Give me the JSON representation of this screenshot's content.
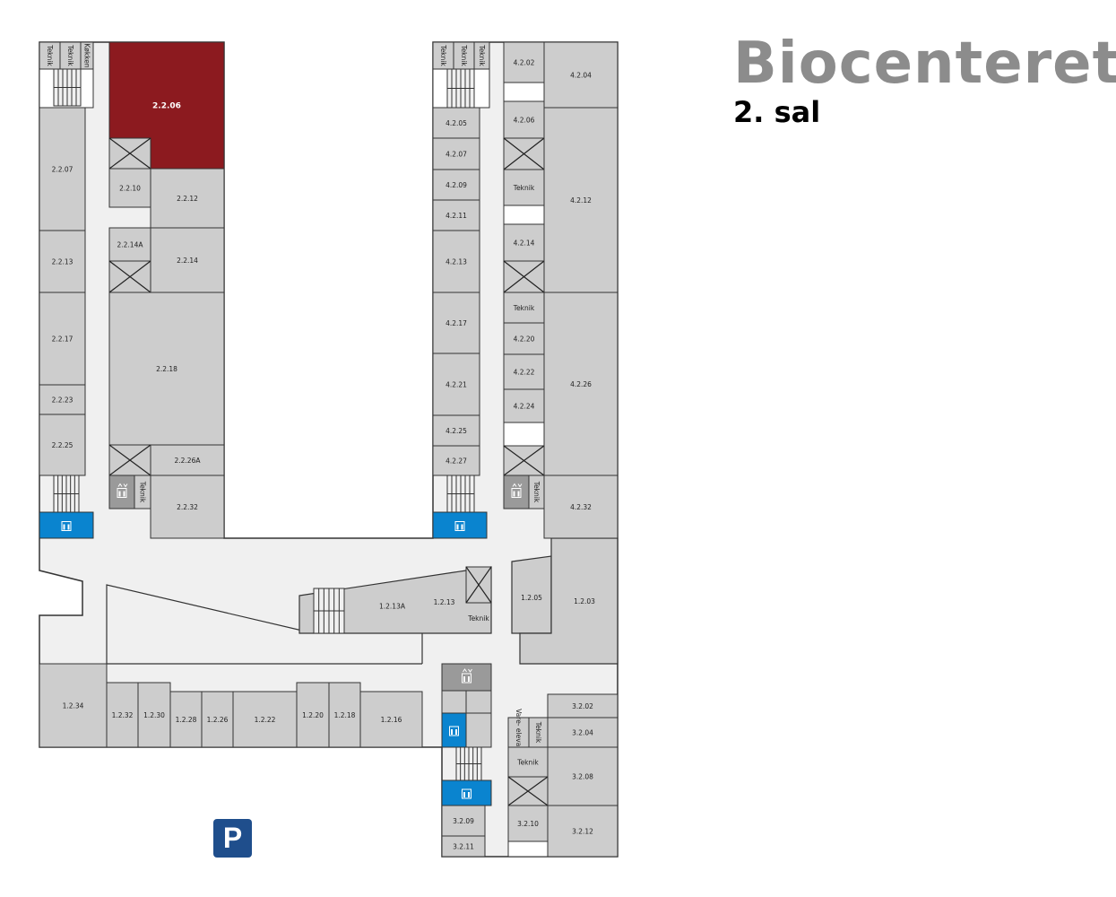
{
  "header": {
    "building": "Biocenteret",
    "floor": "2. sal"
  },
  "parking_sign": "P",
  "colors": {
    "room": "#cdcdcd",
    "highlight": "#8c1a1f",
    "corridor": "#f0f0f0",
    "wc": "#0a84cf",
    "lift": "#9a9a9a"
  },
  "highlighted_room": "2.2.06",
  "rooms": {
    "lt1": "Teknik",
    "lt2": "Teknik",
    "lk": "Køkken",
    "r2206": "2.2.06",
    "r2207": "2.2.07",
    "r2210": "2.2.10",
    "r2212": "2.2.12",
    "r2213": "2.2.13",
    "r2214a": "2.2.14A",
    "r2214": "2.2.14",
    "r2217": "2.2.17",
    "r2218": "2.2.18",
    "r2223": "2.2.23",
    "r2225": "2.2.25",
    "r2226a": "2.2.26A",
    "lt3": "Teknik",
    "r2232": "2.2.32",
    "rt1": "Teknik",
    "rt2": "Teknik",
    "rt3": "Teknik",
    "r4202": "4.2.02",
    "r4204": "4.2.04",
    "r4205": "4.2.05",
    "r4206": "4.2.06",
    "r4207": "4.2.07",
    "r4209": "4.2.09",
    "r4211": "4.2.11",
    "r4212": "4.2.12",
    "r4213": "4.2.13",
    "r4214": "4.2.14",
    "r4217": "4.2.17",
    "r4220": "4.2.20",
    "r4221": "4.2.21",
    "r4222": "4.2.22",
    "r4224": "4.2.24",
    "r4225": "4.2.25",
    "r4226": "4.2.26",
    "r4227": "4.2.27",
    "r4232": "4.2.32",
    "rt4": "Teknik",
    "rt5": "Teknik",
    "rt6": "Teknik",
    "r1205": "1.2.05",
    "r1203": "1.2.03",
    "r1213a": "1.2.13A",
    "r1213": "1.2.13",
    "bt1": "Teknik",
    "r1234": "1.2.34",
    "r1232": "1.2.32",
    "r1230": "1.2.30",
    "r1228": "1.2.28",
    "r1226": "1.2.26",
    "r1222": "1.2.22",
    "r1220": "1.2.20",
    "r1218": "1.2.18",
    "r1216": "1.2.16",
    "r3202": "3.2.02",
    "r3204": "3.2.04",
    "vare": "Vare-\nelevator",
    "bt2": "Teknik",
    "bt3": "Teknik",
    "r3208": "3.2.08",
    "r3209": "3.2.09",
    "r3210": "3.2.10",
    "r3211": "3.2.11",
    "r3212": "3.2.12"
  }
}
